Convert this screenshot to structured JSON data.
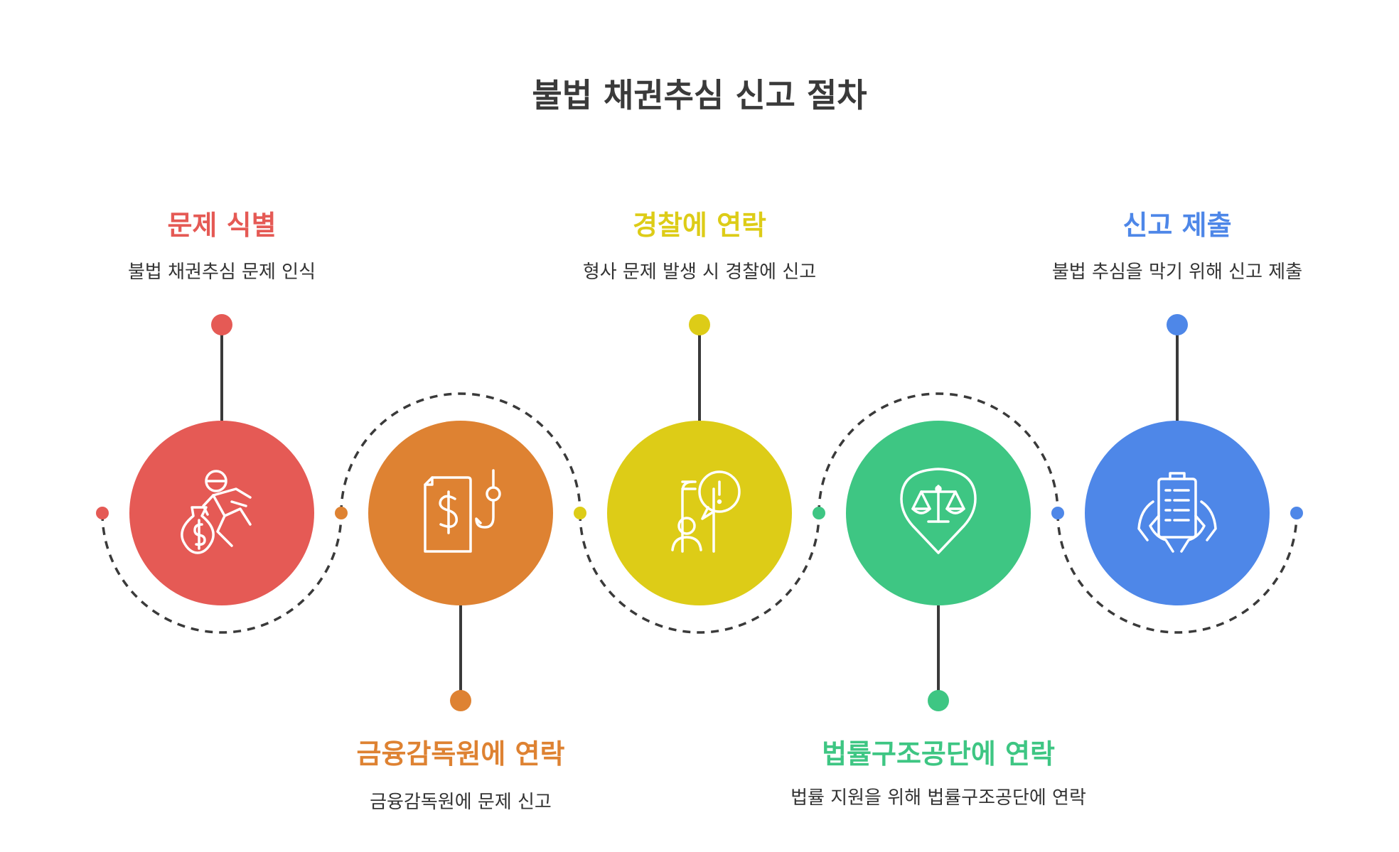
{
  "title": "불법 채권추심 신고 절차",
  "steps": [
    {
      "title": "문제 식별",
      "desc": "불법 채권추심 문제 인식",
      "color": "#E55A55",
      "icon": "thief-money-bag-icon"
    },
    {
      "title": "금융감독원에 연락",
      "desc": "금융감독원에 문제 신고",
      "color": "#DE8232",
      "icon": "document-dollar-hook-icon"
    },
    {
      "title": "경찰에 연락",
      "desc": "형사 문제 발생 시 경찰에 신고",
      "color": "#DDCC17",
      "icon": "phone-alert-person-icon"
    },
    {
      "title": "법률구조공단에 연락",
      "desc": "법률 지원을 위해 법률구조공단에 연락",
      "color": "#3EC683",
      "icon": "scales-location-icon"
    },
    {
      "title": "신고 제출",
      "desc": "불법 추심을 막기 위해 신고 제출",
      "color": "#4E87E8",
      "icon": "clipboard-hands-icon"
    }
  ]
}
